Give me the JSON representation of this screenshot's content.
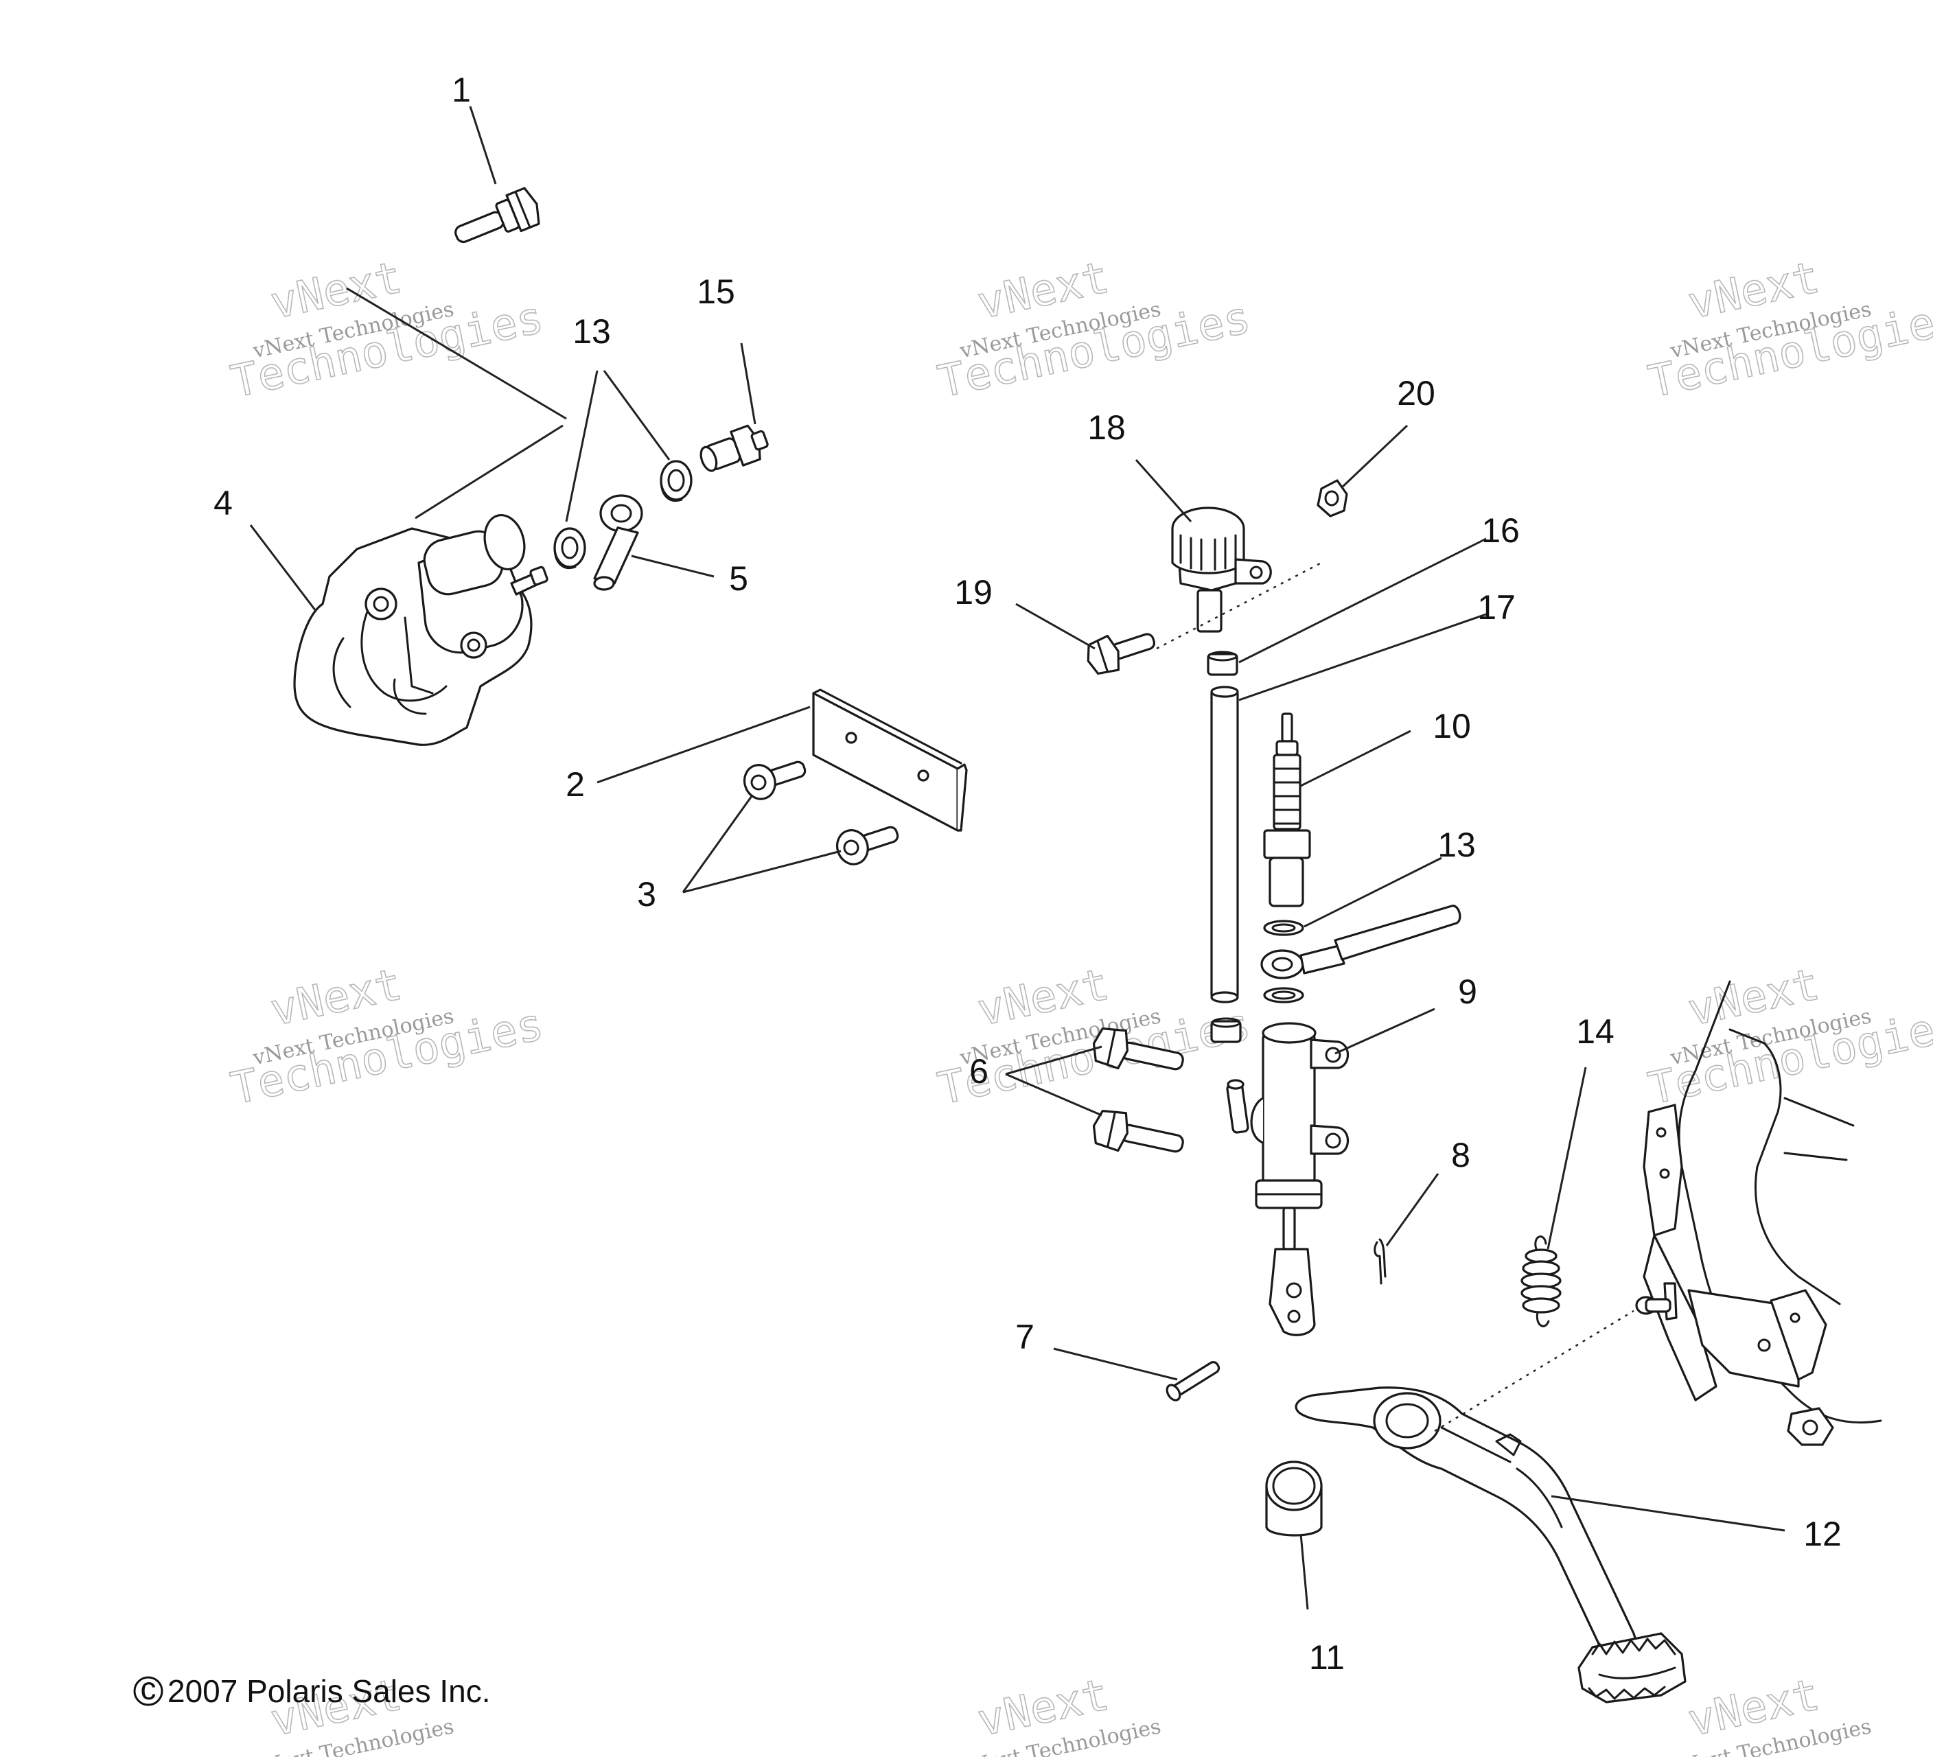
{
  "copyright": {
    "symbol": "c",
    "text": "2007 Polaris Sales Inc."
  },
  "watermark": {
    "line1": "vNext",
    "line2": "vNext Technologies",
    "line3": "Technologies"
  },
  "callouts": {
    "c1": "1",
    "c2": "2",
    "c3": "3",
    "c4": "4",
    "c5": "5",
    "c6": "6",
    "c7": "7",
    "c8": "8",
    "c9": "9",
    "c10": "10",
    "c11": "11",
    "c12": "12",
    "c13a": "13",
    "c13b": "13",
    "c14": "14",
    "c15": "15",
    "c16": "16",
    "c17": "17",
    "c18": "18",
    "c19": "19",
    "c20": "20"
  }
}
